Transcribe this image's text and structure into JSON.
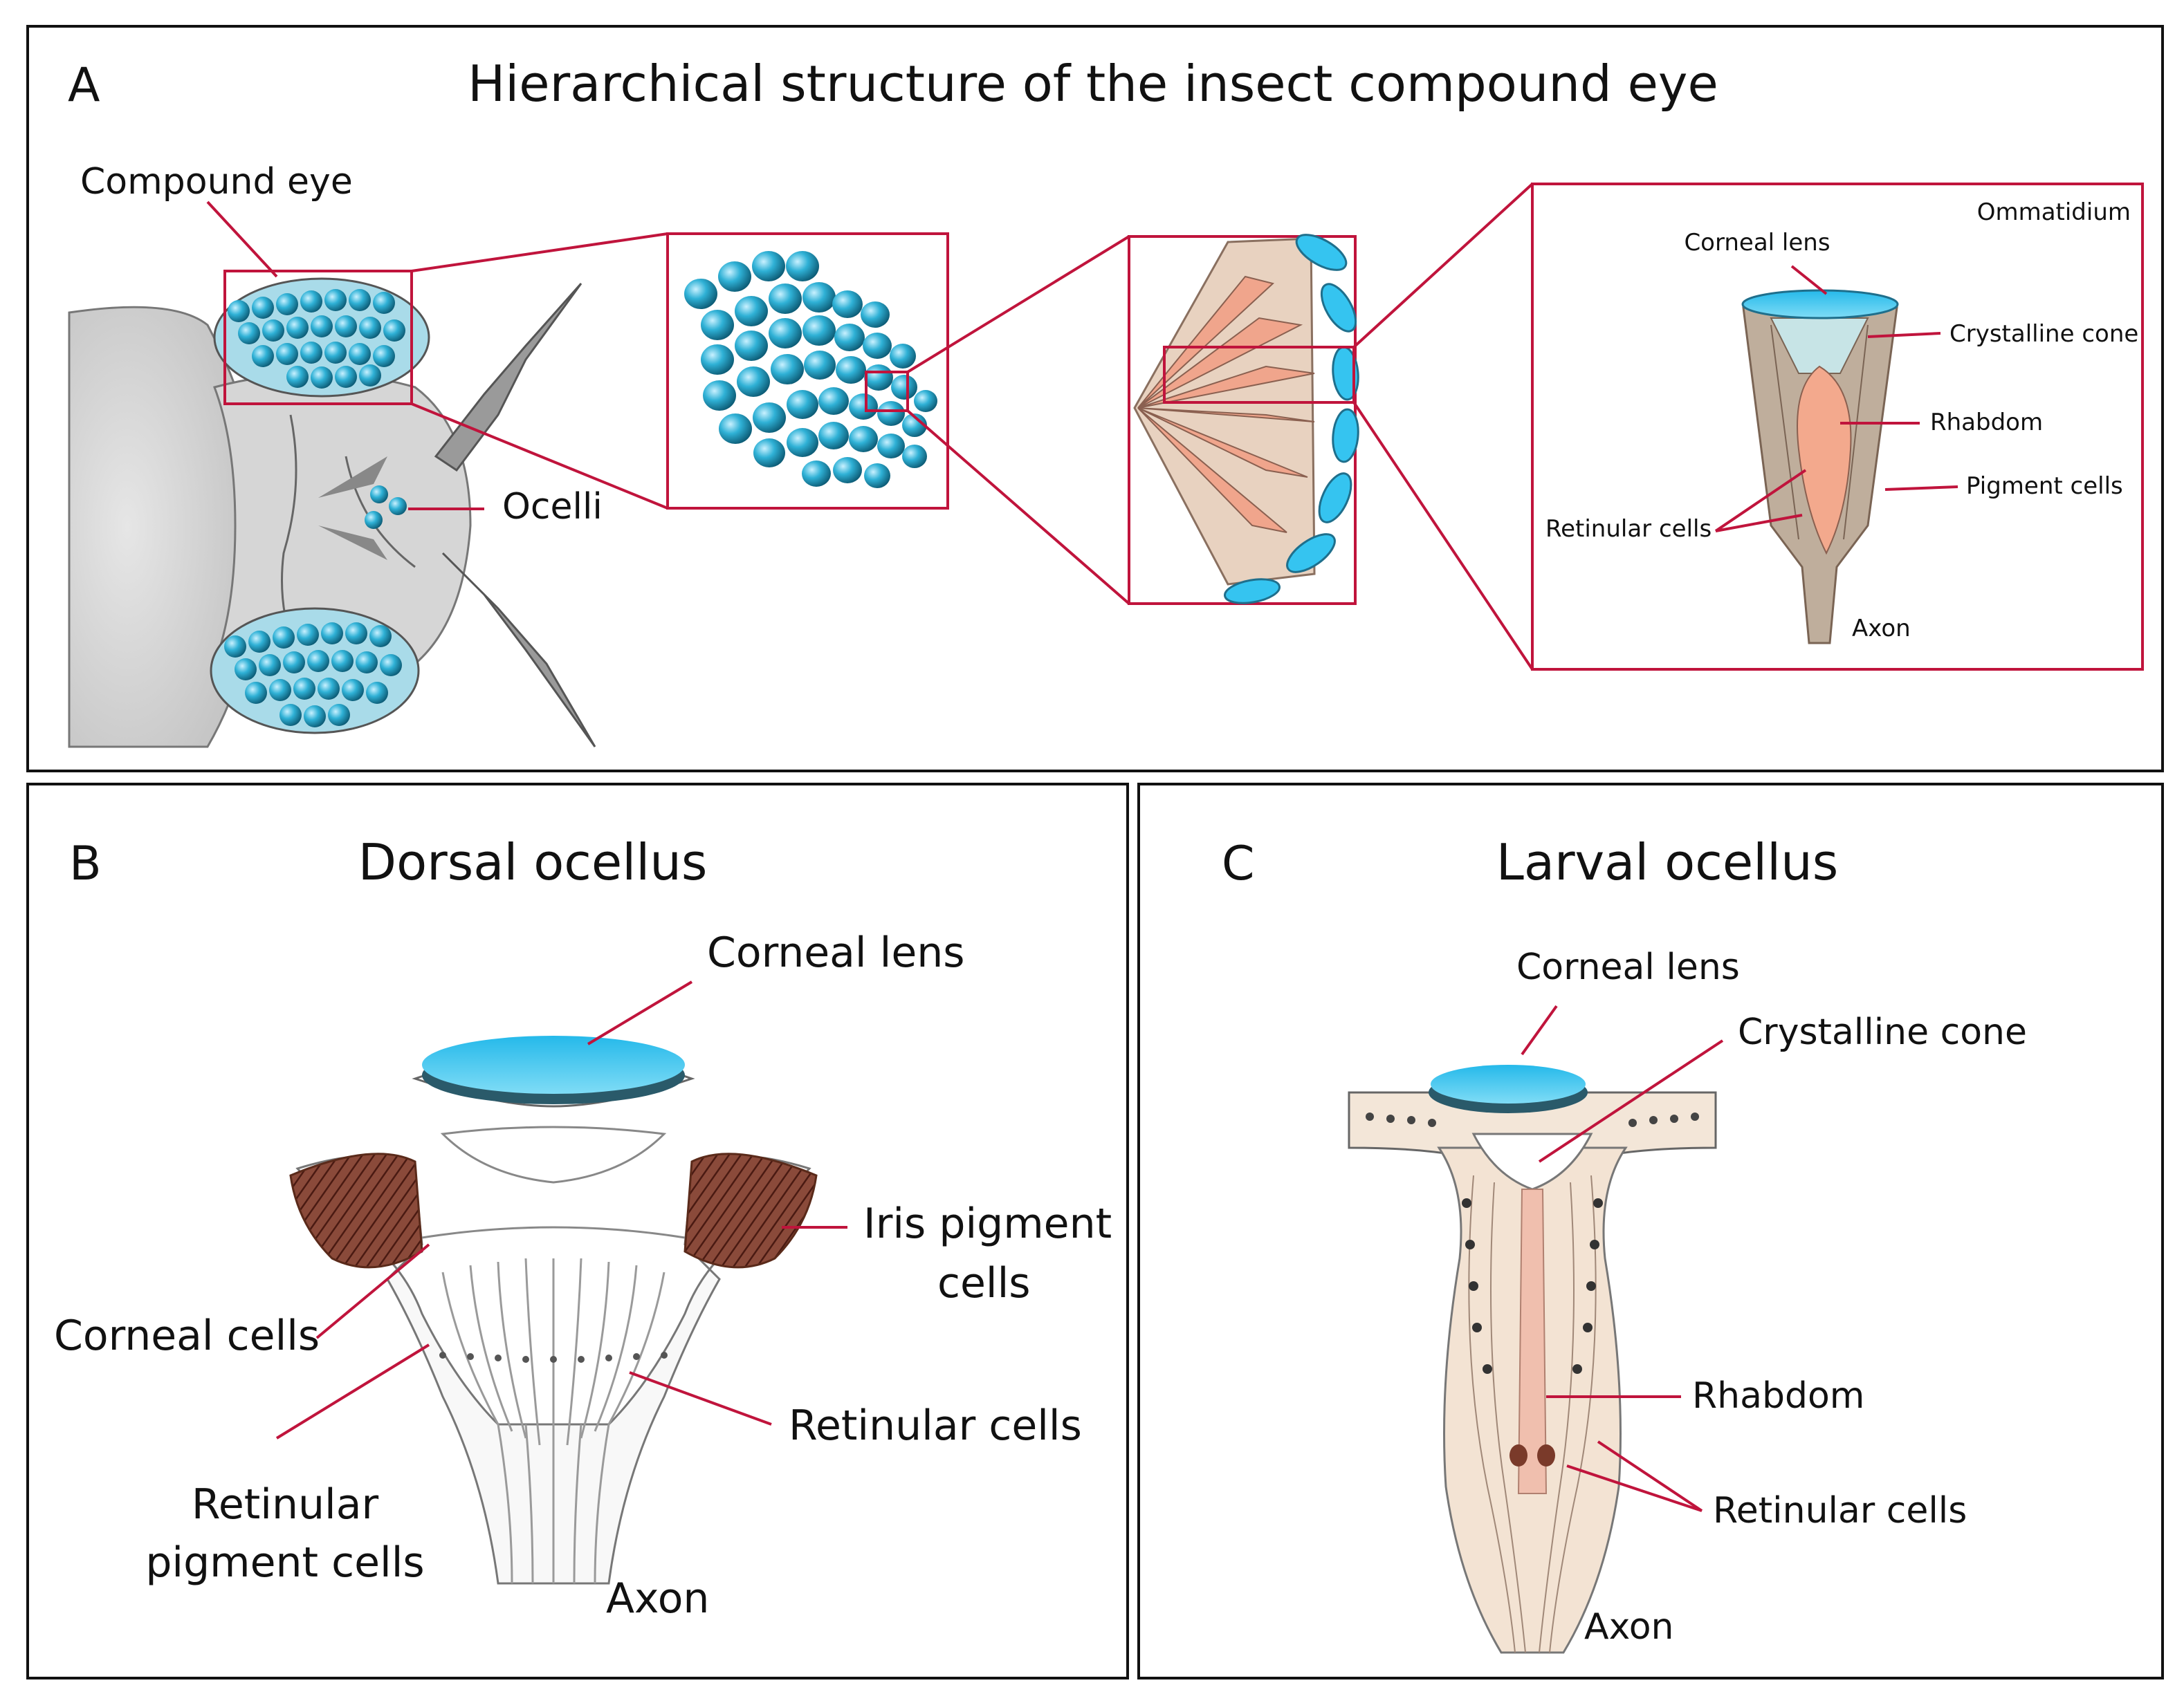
{
  "panel_a": {
    "letter": "A",
    "title": "Hierarchical structure of the insect compound eye",
    "labels": {
      "compound_eye": "Compound eye",
      "ocelli": "Ocelli",
      "ommatidium": "Ommatidium",
      "corneal_lens": "Corneal lens",
      "crystalline_cone": "Crystalline cone",
      "rhabdom": "Rhabdom",
      "pigment_cells": "Pigment cells",
      "retinular_cells": "Retinular cells",
      "axon": "Axon"
    }
  },
  "panel_b": {
    "letter": "B",
    "title": "Dorsal ocellus",
    "labels": {
      "corneal_lens": "Corneal lens",
      "iris_pigment_cells_1": "Iris pigment",
      "iris_pigment_cells_2": "cells",
      "corneal_cells": "Corneal cells",
      "retinular_cells": "Retinular cells",
      "retinular_pigment_cells_1": "Retinular",
      "retinular_pigment_cells_2": "pigment cells",
      "axon": "Axon"
    }
  },
  "panel_c": {
    "letter": "C",
    "title": "Larval ocellus",
    "labels": {
      "corneal_lens": "Corneal lens",
      "crystalline_cone": "Crystalline cone",
      "rhabdom": "Rhabdom",
      "retinular_cells": "Retinular cells",
      "axon": "Axon"
    }
  },
  "colors": {
    "frame": "#111111",
    "leader_lines": "#c0143c",
    "lens": "#3cc8f0",
    "lens_rim": "#2a5a6a",
    "facet": "#2aa6c8",
    "rhabdom": "#f2a890",
    "pigment": "#7a3a2a",
    "cell_tissue": "#f3e3d3",
    "head": "#cfcfcf"
  }
}
